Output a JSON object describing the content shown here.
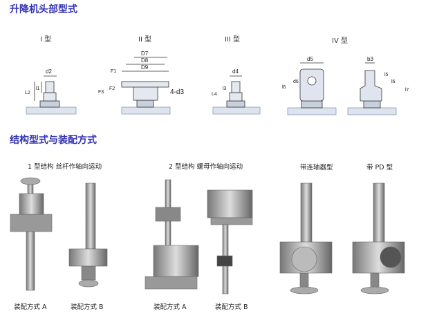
{
  "section1": {
    "title": "升降机头部型式",
    "types": [
      "I 型",
      "II 型",
      "III 型",
      "IV 型"
    ],
    "dims": {
      "t1": [
        "d2",
        "l1",
        "L2"
      ],
      "t2": [
        "D7",
        "D8",
        "D9",
        "F1",
        "F2",
        "F3",
        "4-d3"
      ],
      "t3": [
        "d4",
        "l3",
        "L4"
      ],
      "t4a": [
        "d5",
        "d6",
        "l6"
      ],
      "t4b": [
        "b3",
        "l5",
        "l6",
        "l7"
      ]
    }
  },
  "section2": {
    "title": "结构型式与装配方式",
    "groups": [
      "1 型结构  丝杆作轴向运动",
      "2 型结构  螺母作轴向运动",
      "带连轴器型",
      "带 PD 型"
    ],
    "captions": [
      "装配方式 A",
      "装配方式 B",
      "装配方式 A",
      "装配方式 B"
    ]
  }
}
